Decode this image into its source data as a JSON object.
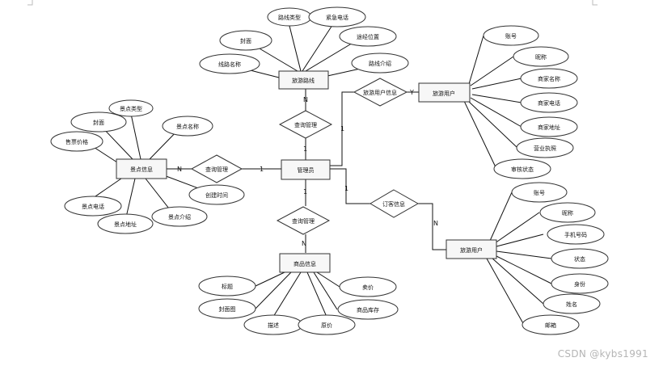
{
  "diagram": {
    "entities": [
      {
        "id": "route",
        "label": "旅游路线"
      },
      {
        "id": "scenic",
        "label": "景点信息"
      },
      {
        "id": "admin",
        "label": "管理员"
      },
      {
        "id": "goods",
        "label": "商品信息"
      },
      {
        "id": "merchant",
        "label": "旅游用户"
      },
      {
        "id": "tourist",
        "label": "旅游用户"
      }
    ],
    "relationships": [
      {
        "id": "rel_route",
        "label": "查询管理"
      },
      {
        "id": "rel_scenic",
        "label": "查询管理"
      },
      {
        "id": "rel_goods",
        "label": "查询管理"
      },
      {
        "id": "rel_merchant",
        "label": "旅游用户信息"
      },
      {
        "id": "rel_tourist",
        "label": "订客信息"
      }
    ],
    "attributes": {
      "route": [
        "路线类型",
        "紧急电话",
        "封面",
        "途经位置",
        "线路名称",
        "路线介绍"
      ],
      "scenic": [
        "景点类型",
        "封面",
        "景点名称",
        "售票价格",
        "创建时间",
        "景点电话",
        "景点介绍",
        "景点地址"
      ],
      "goods": [
        "标题",
        "卖价",
        "封面图",
        "商品库存",
        "描述",
        "原价"
      ],
      "merchant": [
        "账号",
        "昵称",
        "商家名称",
        "商家电话",
        "商家地址",
        "营业执照",
        "审核状态"
      ],
      "tourist": [
        "账号",
        "昵称",
        "手机号码",
        "状态",
        "身份",
        "姓名",
        "邮箱"
      ]
    },
    "cardinalities": {
      "route_top": "N",
      "route_bottom": "1",
      "scenic_left": "N",
      "scenic_right": "1",
      "goods_top": "1",
      "goods_bottom": "N",
      "merchant_left": "1",
      "merchant_right": "Y",
      "tourist_left": "1",
      "tourist_right": "N"
    }
  },
  "watermark": "CSDN @kybs1991"
}
